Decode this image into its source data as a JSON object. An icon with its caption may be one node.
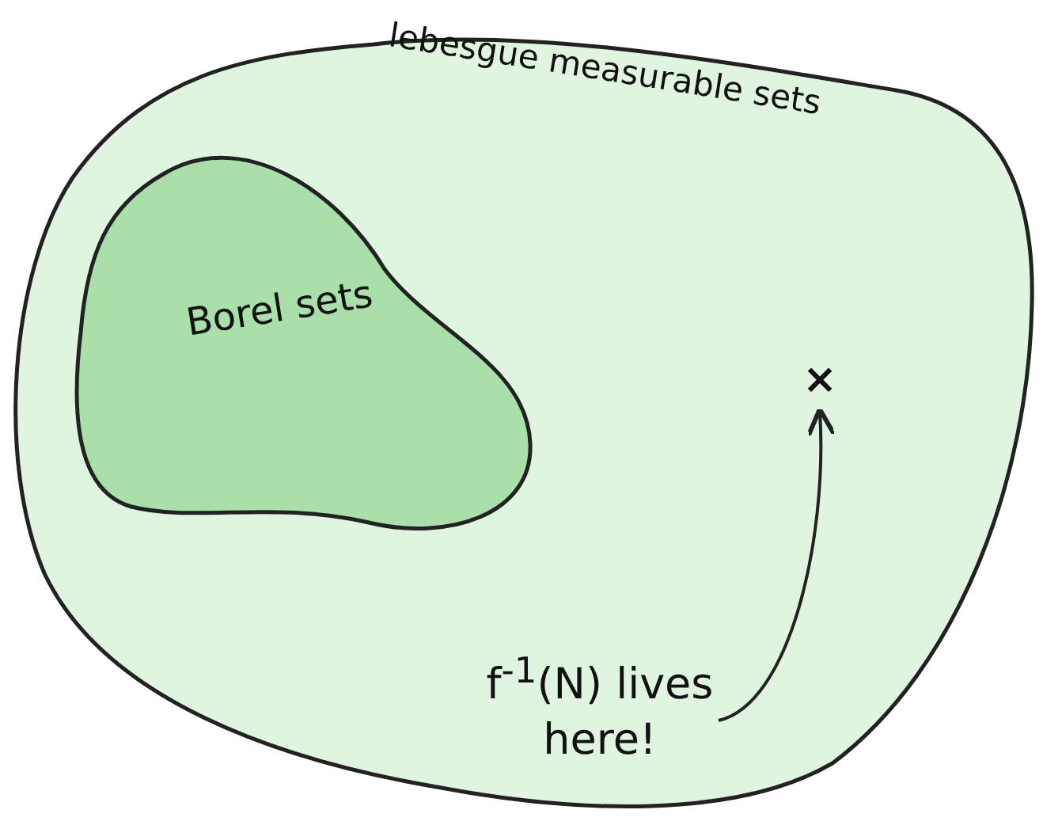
{
  "diagram": {
    "nodes": [
      {
        "text": [
          "lebesgue measurable sets"
        ]
      },
      {
        "text": [
          "Borel sets"
        ],
        "in": 0
      },
      {
        "text": [
          "×"
        ],
        "in": 0
      },
      {
        "text": [
          "f$^{-1}$(N) lives here!"
        ],
        "in": 0
      }
    ],
    "edges": [
      {
        "from": 3,
        "to": 2,
        "arrow": "to"
      }
    ]
  }
}
